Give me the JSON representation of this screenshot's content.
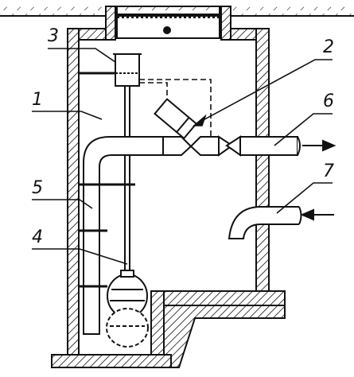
{
  "labels": {
    "l1": "1",
    "l2": "2",
    "l3": "3",
    "l4": "4",
    "l5": "5",
    "l6": "6",
    "l7": "7"
  },
  "colors": {
    "ink": "#111111",
    "wall_fill": "#ffffff",
    "background": "#ffffff"
  }
}
